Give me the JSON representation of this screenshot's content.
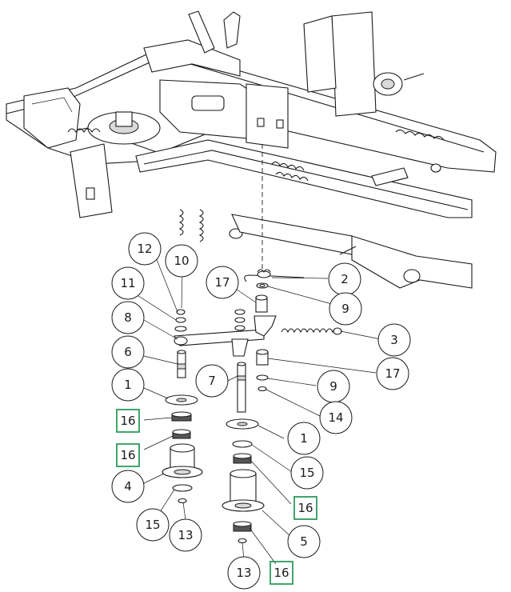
{
  "colors": {
    "line": "#1a1a1a",
    "highlight_box": "#2e9a5c",
    "background": "#ffffff"
  },
  "callouts": [
    "12",
    "10",
    "11",
    "17",
    "2",
    "9",
    "8",
    "3",
    "6",
    "7",
    "17",
    "1",
    "9",
    "14",
    "16",
    "1",
    "16",
    "15",
    "4",
    "16",
    "15",
    "13",
    "5",
    "13",
    "16"
  ],
  "highlighted_part_number": "16"
}
